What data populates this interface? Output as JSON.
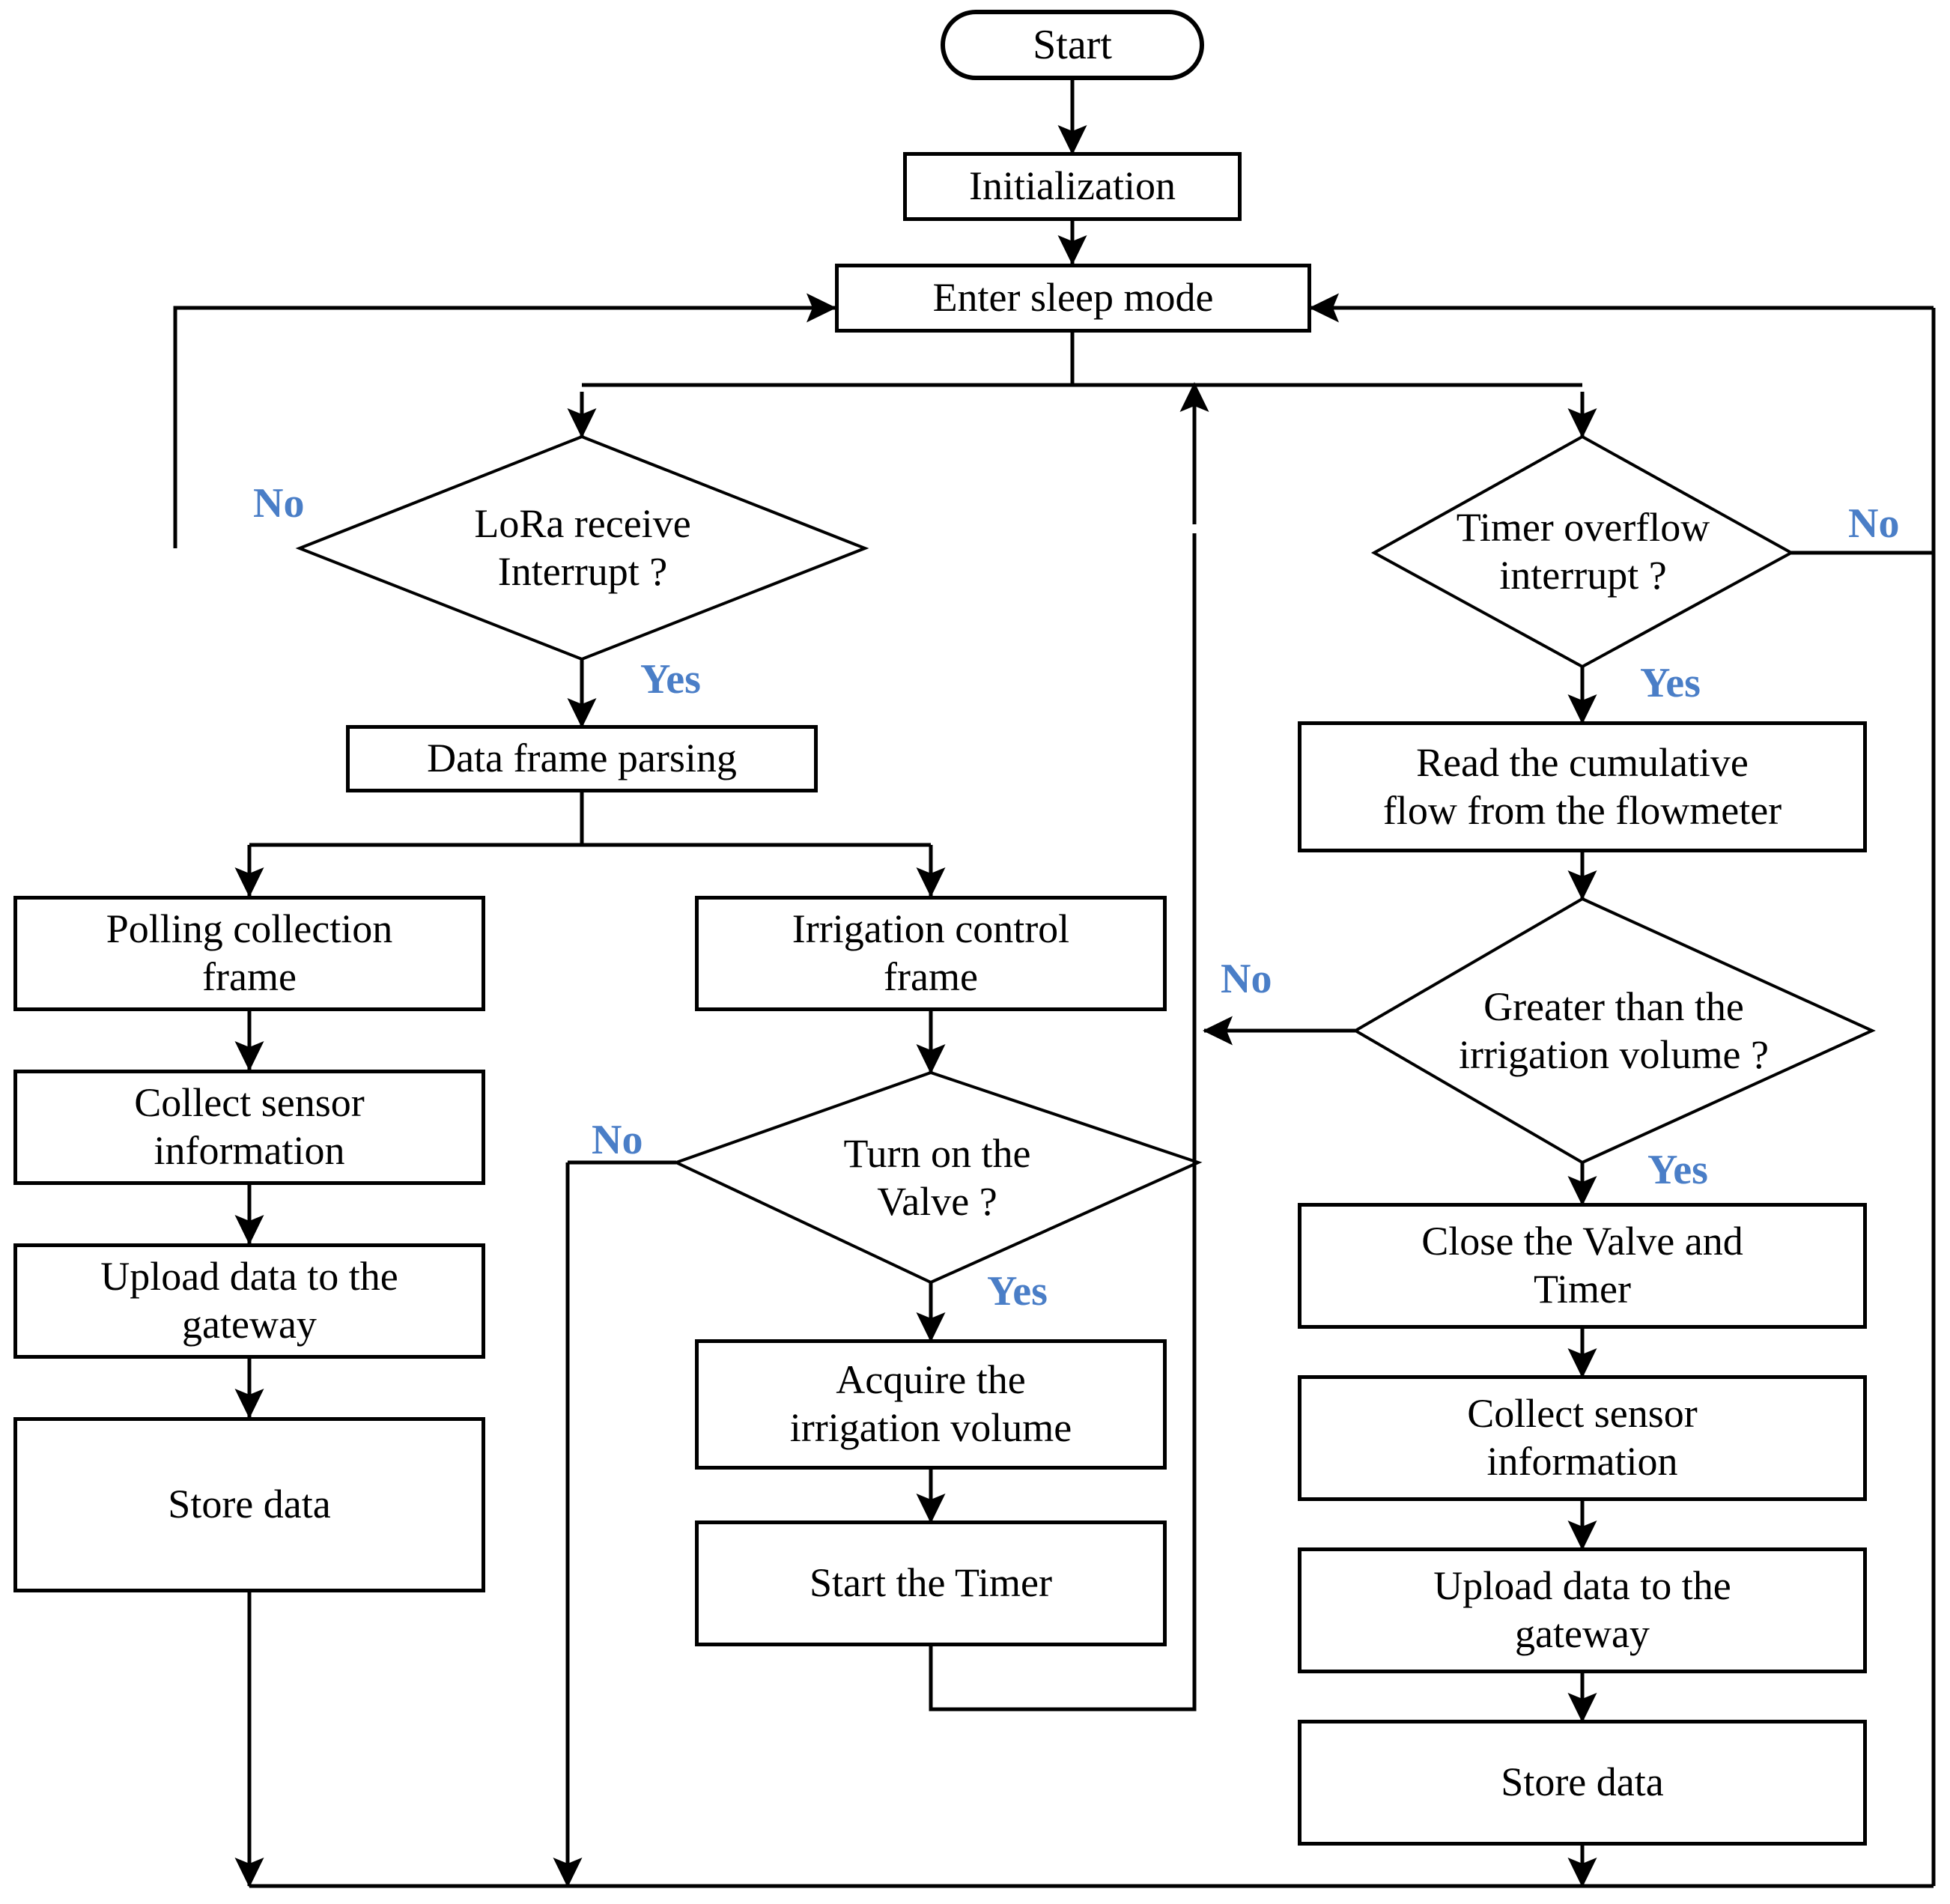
{
  "diagram": {
    "title": "Node program flow chart",
    "accent_color": "#4a7ec7",
    "line_color": "#000000",
    "background": "#ffffff"
  },
  "nodes": {
    "start": "Start",
    "initialization": "Initialization",
    "enter_sleep_mode": "Enter sleep mode",
    "lora_receive_interrupt": "LoRa receive\nInterrupt ?",
    "timer_overflow_interrupt": "Timer overflow\ninterrupt ?",
    "data_frame_parsing": "Data frame parsing",
    "read_cumulative_flow": "Read the cumulative\nflow from the flowmeter",
    "polling_collection_frame": "Polling collection\nframe",
    "irrigation_control_frame": "Irrigation control\nframe",
    "greater_than_irrigation_volume": "Greater than the\nirrigation volume ?",
    "collect_sensor_information_left": "Collect sensor\ninformation",
    "turn_on_the_valve": "Turn on the\nValve ?",
    "close_valve_and_timer": "Close the Valve and\nTimer",
    "upload_data_to_gateway_left": "Upload data to the\ngateway",
    "acquire_irrigation_volume": "Acquire the\nirrigation volume",
    "collect_sensor_information_right": "Collect sensor\ninformation",
    "store_data_left": "Store data",
    "start_the_timer": "Start the Timer",
    "upload_data_to_gateway_right": "Upload data to the\ngateway",
    "store_data_right": "Store data"
  },
  "edge_labels": {
    "lora_no": "No",
    "lora_yes": "Yes",
    "timer_no": "No",
    "timer_yes": "Yes",
    "valve_no": "No",
    "valve_yes": "Yes",
    "volume_no": "No",
    "volume_yes": "Yes"
  }
}
